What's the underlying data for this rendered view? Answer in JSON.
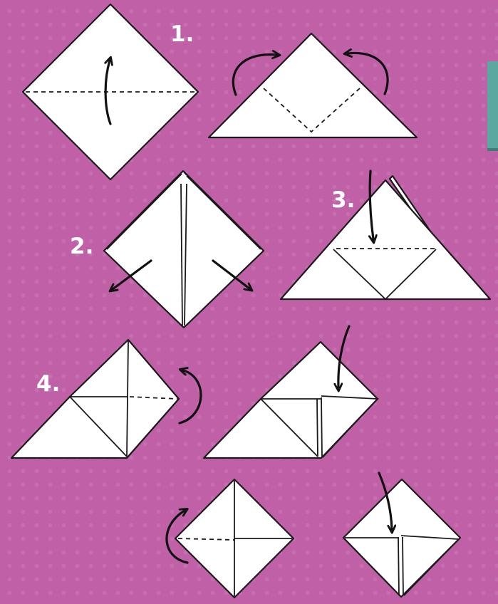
{
  "diagram": {
    "step_labels": {
      "step1": "1.",
      "step2": "2.",
      "step3": "3.",
      "step4": "4."
    },
    "colors": {
      "background": "#c061a8",
      "paper": "#ffffff",
      "lines": "#1a1a1a",
      "side_tab": "#5aa89f"
    },
    "icons": {
      "fold_arrow": "curved-arrow",
      "dashed_line": "valley-fold-line"
    }
  }
}
